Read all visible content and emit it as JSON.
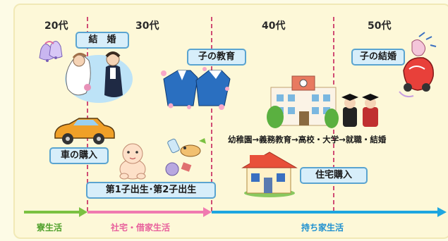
{
  "decades": [
    "20代",
    "30代",
    "40代",
    "50代"
  ],
  "events": {
    "marriage": "結　婚",
    "car": "車の購入",
    "children": "第1子出生･第2子出生",
    "education": "子の教育",
    "education_path": "幼稚園→義務教育→高校・大学→就職・結婚",
    "house": "住宅購入",
    "child_marriage": "子の結婚"
  },
  "stages": [
    {
      "label": "寮生活",
      "color": "#7bc142"
    },
    {
      "label": "社宅・借家生活",
      "color": "#f07ab0"
    },
    {
      "label": "持ち家生活",
      "color": "#1ea6e0"
    }
  ],
  "icons": [
    "wedding-bells-icon",
    "bride-groom-icon",
    "car-icon",
    "baby-icon",
    "baby-items-icon",
    "school-uniform-icon",
    "school-building-icon",
    "graduates-icon",
    "house-icon",
    "wedding-car-icon"
  ]
}
